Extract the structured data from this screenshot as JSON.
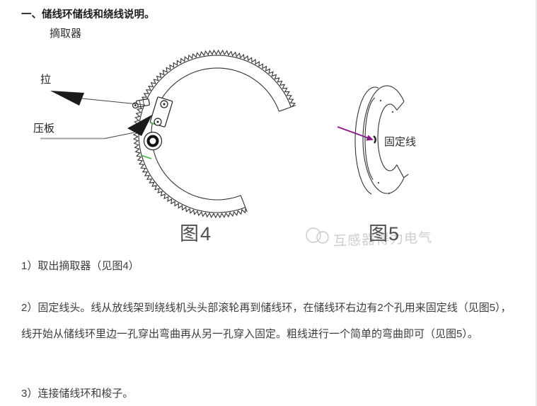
{
  "page": {
    "background": "#ffffff",
    "body_text_color": "#3d3d3d"
  },
  "title": "一、储线环储线和绕线说明。",
  "figure4": {
    "caption": "图4",
    "picker_label": "摘取器",
    "pull_label": "拉",
    "plate_label": "压板",
    "green_mark_color": "#3db13d"
  },
  "figure5": {
    "caption": "图5",
    "fixed_wire_label": "固定线",
    "arrow_color": "#8a1a8a"
  },
  "watermark": {
    "text": "互感器得力电气",
    "color": "#c9c9c9"
  },
  "steps": [
    {
      "text": "1）取出摘取器（见图4）"
    },
    {
      "text": "2）固定线头。线从放线架到绕线机头头部滚轮再到储线环，在储线环右边有2个孔用来固定线（见图5），线开始从储线环里边一孔穿出弯曲再从另一孔穿入固定。粗线进行一个简单的弯曲即可（见图5）。"
    },
    {
      "text": "3）连接储线环和梭子。"
    }
  ]
}
